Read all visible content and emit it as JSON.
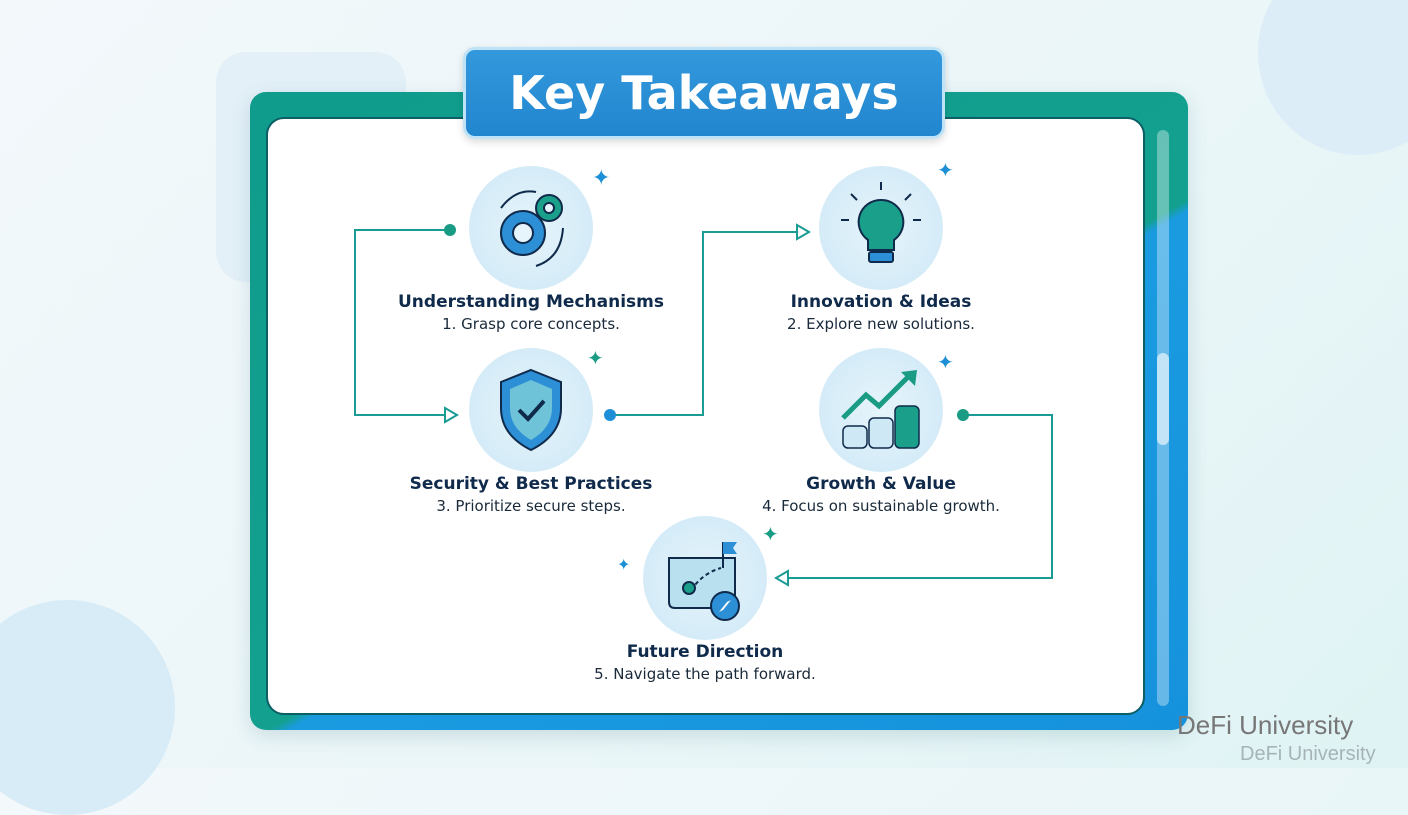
{
  "title": "Key Takeaways",
  "items": [
    {
      "title": "Understanding Mechanisms",
      "subtitle": "1. Grasp core concepts.",
      "icon": "gears-icon"
    },
    {
      "title": "Innovation & Ideas",
      "subtitle": "2. Explore new solutions.",
      "icon": "lightbulb-icon"
    },
    {
      "title": "Security & Best Practices",
      "subtitle": "3. Prioritize secure steps.",
      "icon": "shield-check-icon"
    },
    {
      "title": "Growth & Value",
      "subtitle": "4. Focus on sustainable growth.",
      "icon": "growth-chart-coins-icon"
    },
    {
      "title": "Future Direction",
      "subtitle": "5. Navigate the path forward.",
      "icon": "map-compass-icon"
    }
  ],
  "watermark": "DeFi University",
  "colors": {
    "teal": "#14a08f",
    "blue": "#1a9be0",
    "navy": "#0f2a4a"
  }
}
